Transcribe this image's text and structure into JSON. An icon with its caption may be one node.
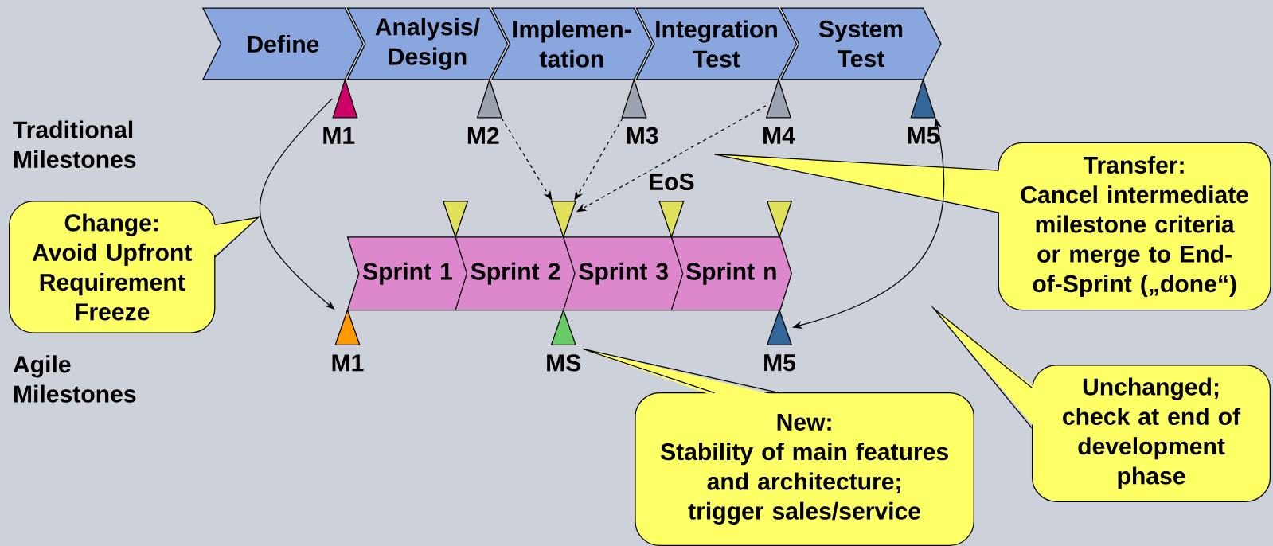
{
  "diagram": {
    "nodes": [
      {
        "text": [
          "Define"
        ]
      },
      {
        "text": [
          "Analysis/ Design"
        ]
      },
      {
        "text": [
          "Implemen- tation"
        ]
      },
      {
        "text": [
          "Integration Test"
        ]
      },
      {
        "text": [
          "System Test"
        ]
      },
      {
        "text": [],
        "shape": "triangle",
        "beside": [
          "M1"
        ]
      },
      {
        "text": [],
        "shape": "triangle",
        "beside": [
          "M2"
        ]
      },
      {
        "text": [],
        "shape": "triangle",
        "beside": [
          "M3"
        ]
      },
      {
        "text": [],
        "shape": "triangle",
        "beside": [
          "M4"
        ]
      },
      {
        "text": [],
        "shape": "triangle",
        "beside": [
          "M5"
        ]
      },
      {
        "text": [
          "Sprint 1"
        ]
      },
      {
        "text": [
          "Sprint 2"
        ]
      },
      {
        "text": [
          "Sprint 3"
        ]
      },
      {
        "text": [
          "Sprint n"
        ]
      },
      {
        "text": [],
        "shape": "triangle"
      },
      {
        "text": [],
        "shape": "triangle"
      },
      {
        "text": [],
        "shape": "triangle",
        "beside": [
          "EoS"
        ]
      },
      {
        "text": [],
        "shape": "triangle"
      },
      {
        "text": [],
        "shape": "triangle",
        "beside": [
          "M1"
        ]
      },
      {
        "text": [],
        "shape": "triangle",
        "beside": [
          "MS"
        ]
      },
      {
        "text": [],
        "shape": "triangle",
        "beside": [
          "M5"
        ]
      },
      {
        "text": [
          "Change:",
          "Avoid Upfront Requirement Freeze"
        ]
      },
      {
        "text": [
          "Transfer:",
          "Cancel intermediate milestone criteria or merge to End-of-Sprint („done“)"
        ]
      },
      {
        "text": [
          "New:",
          "Stability of main features and architecture;",
          "trigger sales/service"
        ]
      },
      {
        "text": [
          "Unchanged;",
          "check at end of development phase"
        ]
      }
    ],
    "edges": [
      {
        "from": 5,
        "to": 18,
        "arrow": "to"
      },
      {
        "from": 6,
        "to": 15,
        "arrow": "to",
        "style": "dashed"
      },
      {
        "from": 7,
        "to": 15,
        "arrow": "to",
        "style": "dashed"
      },
      {
        "from": 8,
        "to": 15,
        "arrow": "to",
        "style": "dashed"
      },
      {
        "from": 9,
        "to": 20,
        "arrow": "both"
      }
    ],
    "labels": [
      "Traditional Milestones",
      "Agile Milestones"
    ]
  }
}
